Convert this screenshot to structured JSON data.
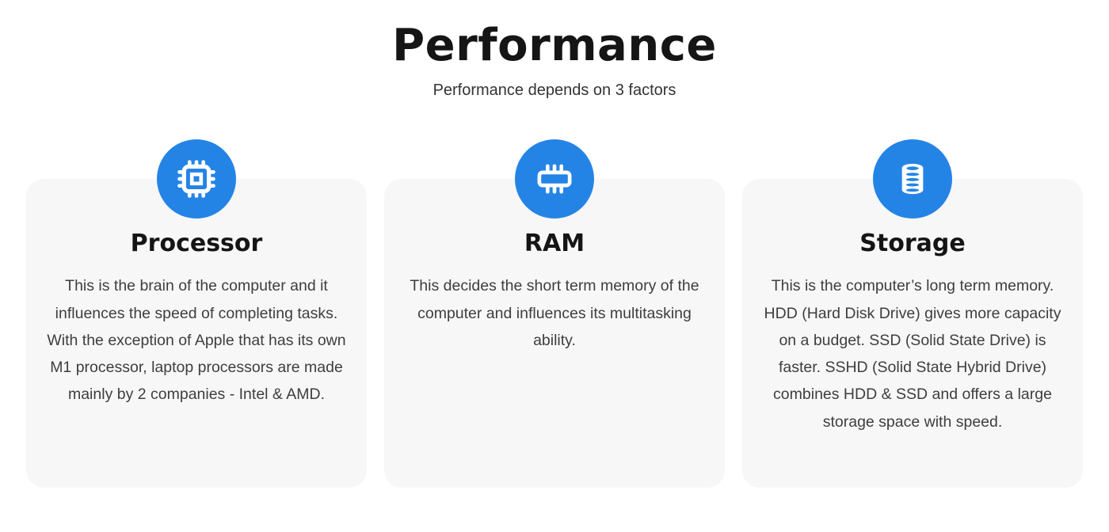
{
  "page": {
    "title": "Performance",
    "subtitle": "Performance depends on 3 factors"
  },
  "colors": {
    "accent": "#2484e6",
    "card_background": "#f7f7f7",
    "heading_text": "#151515",
    "body_text": "#3e3e3e"
  },
  "cards": [
    {
      "icon": "processor-chip-icon",
      "title": "Processor",
      "description": "This is the brain of the computer and it influences the speed of completing tasks. With the exception of Apple that has its own M1 processor, laptop processors are made mainly by 2 companies - Intel & AMD."
    },
    {
      "icon": "ram-memory-icon",
      "title": "RAM",
      "description": "This decides the short term memory of the computer and influences its multitasking ability."
    },
    {
      "icon": "storage-database-icon",
      "title": "Storage",
      "description": "This is the computer’s long term memory. HDD (Hard Disk Drive) gives more capacity on a budget. SSD (Solid State Drive) is faster. SSHD (Solid State Hybrid Drive) combines HDD & SSD and offers a large storage space with speed."
    }
  ]
}
